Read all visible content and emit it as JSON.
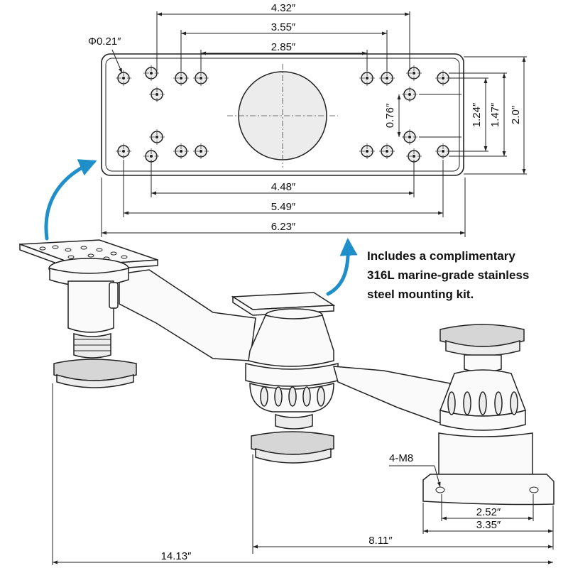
{
  "plate_dims": {
    "d432": "4.32″",
    "d355": "3.55″",
    "d285": "2.85″",
    "hole": "Φ0.21″",
    "d448": "4.48″",
    "d549": "5.49″",
    "d623": "6.23″",
    "d076": "0.76″",
    "d124": "1.24″",
    "d147": "1.47″",
    "d20": "2.0″"
  },
  "mount_dims": {
    "bolts": "4-M8",
    "d252": "2.52″",
    "d335": "3.35″",
    "d811": "8.11″",
    "d1413": "14.13″"
  },
  "callout": {
    "line1": "Includes a complimentary",
    "line2": "316L marine-grade stainless",
    "line3": "steel mounting kit."
  },
  "colors": {
    "arrow": "#1e8fc8",
    "line": "#222222"
  }
}
